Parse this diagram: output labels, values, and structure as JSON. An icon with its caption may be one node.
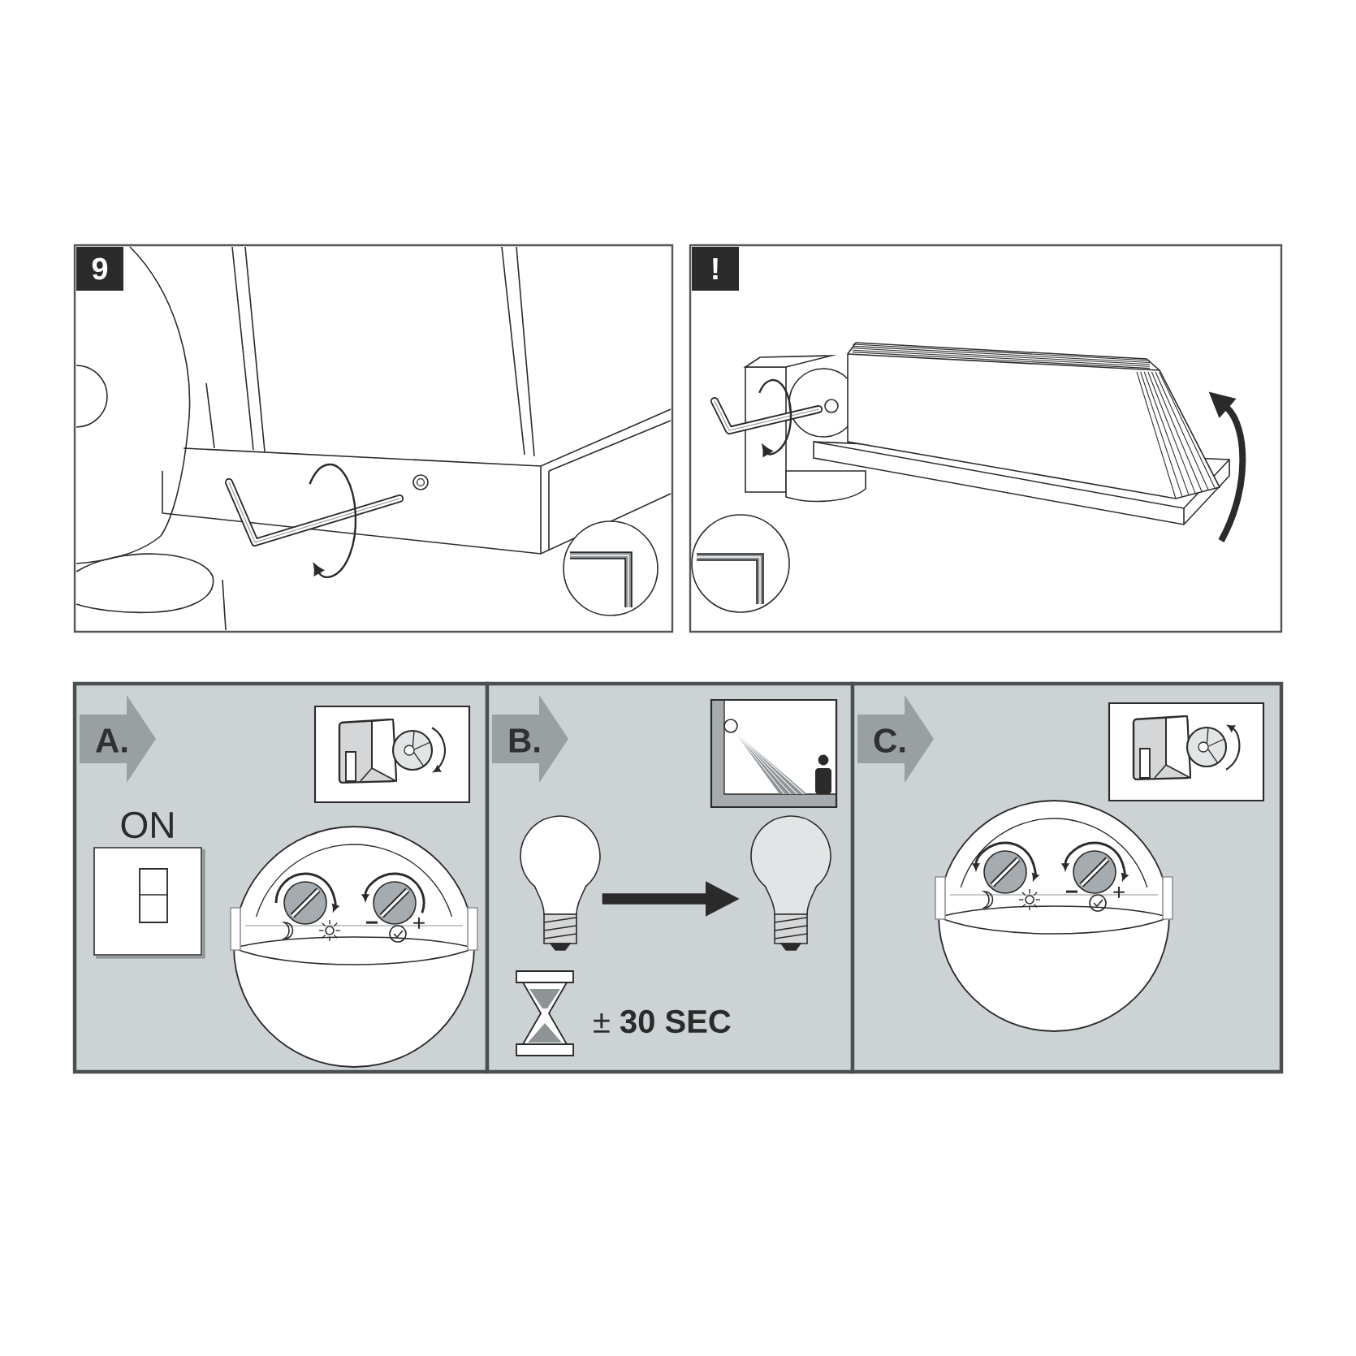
{
  "diagram": {
    "nodes": [
      {
        "text": [],
        "shape": "box"
      },
      {
        "text": [
          "9"
        ],
        "in": 0
      },
      {
        "text": [],
        "shape": "box"
      },
      {
        "text": [
          "!"
        ],
        "in": 2
      },
      {
        "text": [],
        "shape": "box"
      },
      {
        "text": [
          "A."
        ],
        "in": 4
      },
      {
        "text": [],
        "shape": "box"
      },
      {
        "text": [
          "B."
        ],
        "in": 6
      },
      {
        "text": [],
        "shape": "picture",
        "in": 6
      },
      {
        "text": [],
        "shape": "picture",
        "in": 6
      },
      {
        "text": [],
        "shape": "box"
      },
      {
        "text": [
          "C."
        ],
        "in": 10
      }
    ],
    "edges": [
      {
        "from": 8,
        "to": 9,
        "arrow": "to"
      }
    ],
    "labels": [
      "ON",
      "−",
      "+",
      "± **30 SEC**",
      "−",
      "+"
    ]
  }
}
